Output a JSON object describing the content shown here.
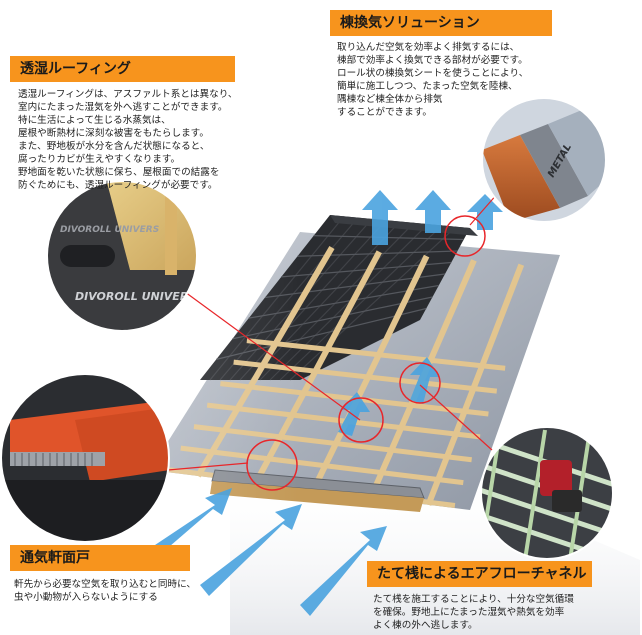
{
  "sections": {
    "roofing": {
      "title": "透湿ルーフィング",
      "lines": [
        "透湿ルーフィングは、アスファルト系とは異なり、",
        "室内にたまった湿気を外へ逃すことができます。",
        "特に生活によって生じる水蒸気は、",
        "屋根や断熱材に深刻な被害をもたらします。",
        "また、野地板が水分を含んだ状態になると、",
        "腐ったりカビが生えやすくなります。",
        "野地面を乾いた状態に保ち、屋根面での結露を",
        "防ぐためにも、透湿ルーフィングが必要です。"
      ],
      "product_text_1": "DIVOROLL UNIVERS",
      "product_text_2": "DIVOROLL UNIVERS"
    },
    "ridge": {
      "title": "棟換気ソリューション",
      "lines": [
        "取り込んだ空気を効率よく排気するには、",
        "棟部で効率よく換気できる部材が必要です。",
        "ロール状の棟換気シートを使うことにより、",
        "簡単に施工しつつ、たまった空気を陸棟、",
        "隅棟など棟全体から排気",
        "することができます。"
      ],
      "product_text": "METAL"
    },
    "eave": {
      "title": "通気軒面戸",
      "lines": [
        "軒先から必要な空気を取り込むと同時に、",
        "虫や小動物が入らないようにする"
      ]
    },
    "batten": {
      "title": "たて桟によるエアフローチャネル",
      "lines": [
        "たて桟を施工することにより、十分な空気循環",
        "を確保。野地上にたまった湿気や熱気を効率",
        "よく棟の外へ逃します。"
      ]
    }
  },
  "colors": {
    "label_bg": "#f7941d",
    "leader_line": "#e8262a",
    "arrow": "#4aa3df",
    "tile": "#2a2c30",
    "batten": "#e2c58f"
  }
}
